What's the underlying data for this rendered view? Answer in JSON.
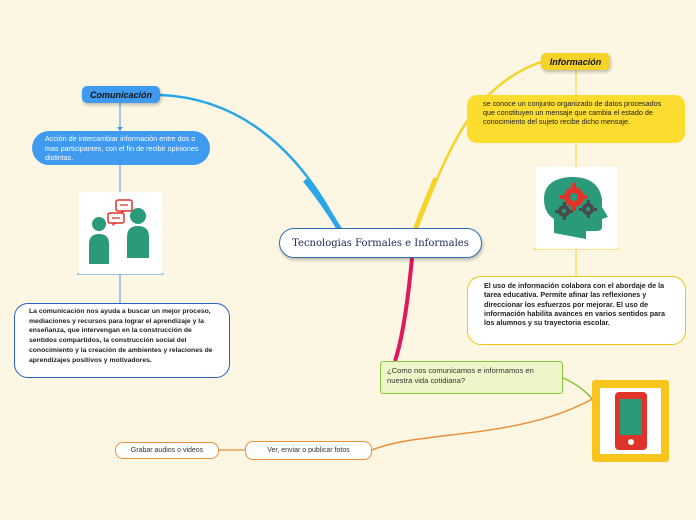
{
  "central_topic": "Tecnologias Formales e Informales",
  "branches": {
    "comunicacion": {
      "title": "Comunicación",
      "definition": "Acción de intercambiar información entre dos o mas participantes, con el fin de recibir opiniones distintas.",
      "image_icon": "people-chatting-icon",
      "description": "La comunicación nos ayuda a buscar un mejor proceso, mediaciones y recursos para lograr el aprendizaje y la enseñanza, que intervengan en la construcción de sentidos compartidos, la construcción social del conocimiento y la creación de ambientes y relaciones de aprendizajes positivos y motivadores."
    },
    "informacion": {
      "title": "Información",
      "definition": "se conoce un conjunto organizado de datos procesados que constituyen un mensaje que cambia el estado de conocimiento del sujeto recibe dicho mensaje.",
      "image_icon": "head-gears-icon",
      "description": "El uso de información colabora con el abordaje de la tarea educativa. Permite afinar las reflexiones y direccionar los esfuerzos por mejorar. El uso de información  habilita avances en varios sentidos para los alumnos y su trayectoria escolar."
    },
    "vida_cotidiana": {
      "question": "¿Como nos comunicamos e informamos en nuestra vida cotidiana?",
      "image_icon": "tablet-icon",
      "child": "Ver, enviar o publicar fotos",
      "grandchild": "Grabar audios o videos"
    }
  },
  "colors": {
    "background": "#fdf6e3",
    "blue_branch": "#2aa7e8",
    "yellow_branch": "#f5d328",
    "magenta_branch": "#e0185c",
    "orange_branch": "#e8913a",
    "icon_teal": "#2a9a7a",
    "icon_red": "#e0342a",
    "icon_grey": "#4a4a4a"
  }
}
